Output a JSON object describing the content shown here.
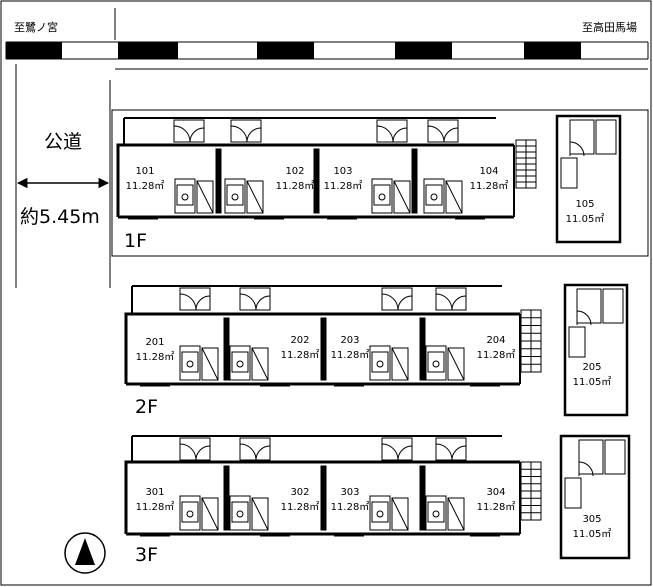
{
  "top_labels": {
    "left": "至鷺ノ宮",
    "right": "至高田馬場"
  },
  "road": {
    "label": "公道",
    "width": "約5.45m"
  },
  "floors": [
    {
      "label": "1F",
      "units": [
        {
          "number": "101",
          "area": "11.28㎡"
        },
        {
          "number": "102",
          "area": "11.28㎡"
        },
        {
          "number": "103",
          "area": "11.28㎡"
        },
        {
          "number": "104",
          "area": "11.28㎡"
        },
        {
          "number": "105",
          "area": "11.05㎡"
        }
      ]
    },
    {
      "label": "2F",
      "units": [
        {
          "number": "201",
          "area": "11.28㎡"
        },
        {
          "number": "202",
          "area": "11.28㎡"
        },
        {
          "number": "203",
          "area": "11.28㎡"
        },
        {
          "number": "204",
          "area": "11.28㎡"
        },
        {
          "number": "205",
          "area": "11.05㎡"
        }
      ]
    },
    {
      "label": "3F",
      "units": [
        {
          "number": "301",
          "area": "11.28㎡"
        },
        {
          "number": "302",
          "area": "11.28㎡"
        },
        {
          "number": "303",
          "area": "11.28㎡"
        },
        {
          "number": "304",
          "area": "11.28㎡"
        },
        {
          "number": "305",
          "area": "11.05㎡"
        }
      ]
    }
  ]
}
